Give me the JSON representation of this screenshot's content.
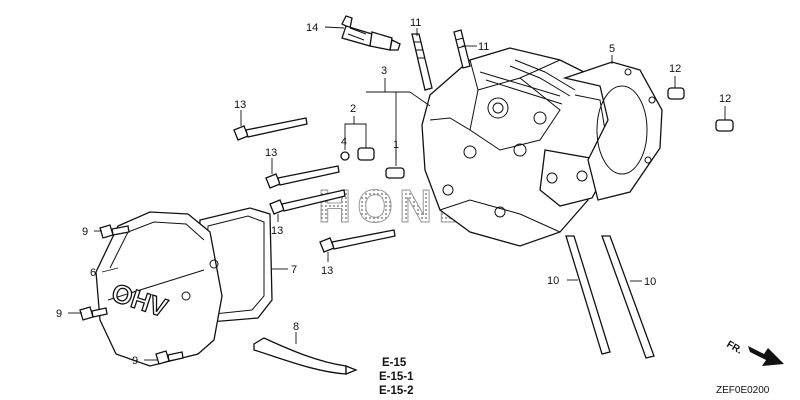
{
  "part_numbers": {
    "p1": "1",
    "p2": "2",
    "p3": "3",
    "p4": "4",
    "p5": "5",
    "p6": "6",
    "p7": "7",
    "p8": "8",
    "p9": "9",
    "p10": "10",
    "p11": "11",
    "p12": "12",
    "p13": "13",
    "p14": "14"
  },
  "references": [
    "E-15",
    "E-15-1",
    "E-15-2"
  ],
  "cover_mark": "OHV",
  "watermark": "HONDA",
  "direction_marker": "FR.",
  "diagram_code": "ZEF0E0200"
}
